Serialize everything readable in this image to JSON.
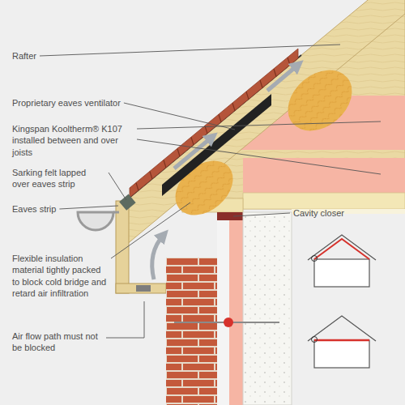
{
  "diagram": {
    "labels": [
      "Rafter",
      "Proprietary eaves ventilator",
      "Kingspan Kooltherm® K107 installed between and over joists",
      "Sarking felt lapped over eaves strip",
      "Eaves strip",
      "Flexible insulation material tightly packed to block cold bridge and retard air infiltration",
      "Air flow path must not be blocked",
      "Cavity closer"
    ]
  }
}
